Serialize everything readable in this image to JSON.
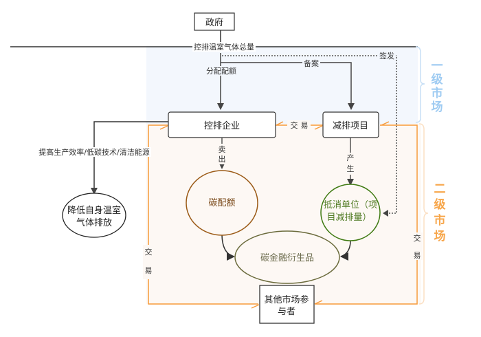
{
  "diagram": {
    "nodes": {
      "government": "政府",
      "controlled_enterprise": "控排企业",
      "reduction_project": "减排项目",
      "reduce_own_emissions_line1": "降低自身温室",
      "reduce_own_emissions_line2": "气体排放",
      "carbon_allowance": "碳配额",
      "offset_unit_line1": "抵消单位（项",
      "offset_unit_line2": "目减排量）",
      "carbon_derivatives": "碳金融衍生品",
      "other_participants_line1": "其他市场参",
      "other_participants_line2": "与者"
    },
    "edge_labels": {
      "total_cap": "控排温室气体总量",
      "allocate_quota": "分配配额",
      "filing": "备案",
      "issue": "签发",
      "trade_enterprise_project_1": "交",
      "trade_enterprise_project_2": "易",
      "sell_1": "卖",
      "sell_2": "出",
      "produce_1": "产",
      "produce_2": "生",
      "measures": "提高生产效率/低碳技术/清洁能源",
      "trade_left_1": "交",
      "trade_left_2": "易",
      "trade_right_1": "交",
      "trade_right_2": "易"
    },
    "markets": {
      "primary": [
        "一",
        "级",
        "市",
        "场"
      ],
      "secondary": [
        "二",
        "级",
        "市",
        "场"
      ]
    },
    "colors": {
      "primary_market": "#9ecbf2",
      "primary_bg": "#f3f7fd",
      "secondary_market": "#f7a64a",
      "secondary_bg": "#fdf8f4",
      "trade_line": "#f79a3a",
      "allowance_stroke": "#9b5a16",
      "allowance_text": "#7a4a1a",
      "offset_stroke": "#3f7a12",
      "offset_text": "#4f7a22",
      "derivative_stroke": "#6b6b3c",
      "derivative_text": "#6b6b4c"
    }
  }
}
